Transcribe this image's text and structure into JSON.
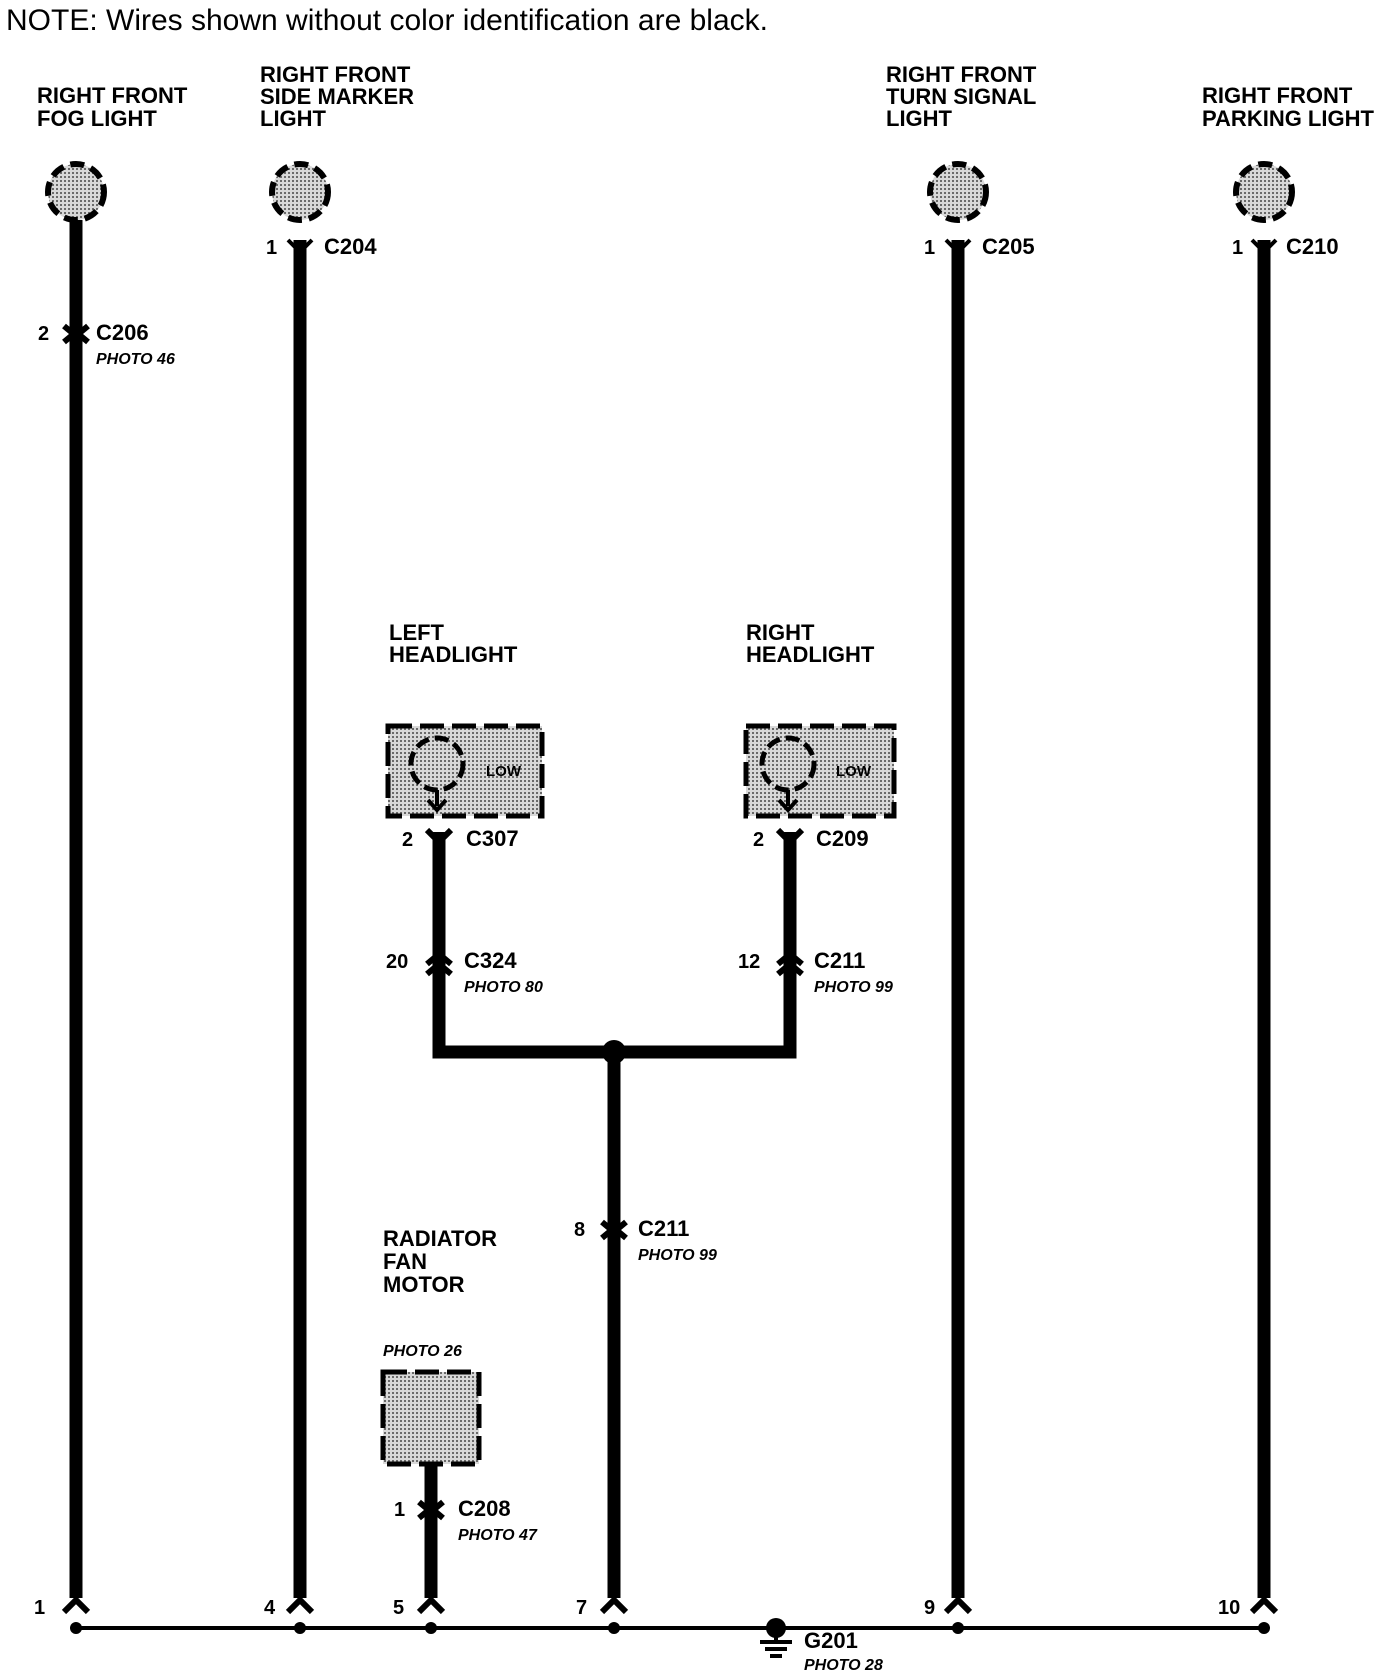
{
  "note": "NOTE: Wires shown without color identification are black.",
  "components": {
    "fog": [
      "RIGHT FRONT",
      "FOG LIGHT"
    ],
    "side_marker": [
      "RIGHT FRONT",
      "SIDE MARKER",
      "LIGHT"
    ],
    "turn_signal": [
      "RIGHT FRONT",
      "TURN SIGNAL",
      "LIGHT"
    ],
    "parking": [
      "RIGHT FRONT",
      "PARKING LIGHT"
    ],
    "left_headlight": [
      "LEFT",
      "HEADLIGHT"
    ],
    "right_headlight": [
      "RIGHT",
      "HEADLIGHT"
    ],
    "radiator_fan": [
      "RADIATOR",
      "FAN",
      "MOTOR"
    ],
    "radiator_photo": "PHOTO 26",
    "low_label": "LOW"
  },
  "connectors": {
    "c206": {
      "pin": "2",
      "name": "C206",
      "photo": "PHOTO 46"
    },
    "c204": {
      "pin": "1",
      "name": "C204"
    },
    "c205": {
      "pin": "1",
      "name": "C205"
    },
    "c210": {
      "pin": "1",
      "name": "C210"
    },
    "c307": {
      "pin": "2",
      "name": "C307"
    },
    "c209": {
      "pin": "2",
      "name": "C209"
    },
    "c324": {
      "pin": "20",
      "name": "C324",
      "photo": "PHOTO 80"
    },
    "c211a": {
      "pin": "12",
      "name": "C211",
      "photo": "PHOTO  99"
    },
    "c211b": {
      "pin": "8",
      "name": "C211",
      "photo": "PHOTO 99"
    },
    "c208": {
      "pin": "1",
      "name": "C208",
      "photo": "PHOTO 47"
    }
  },
  "ground": {
    "name": "G201",
    "photo": "PHOTO 28",
    "pins": [
      "1",
      "4",
      "5",
      "7",
      "9",
      "10"
    ]
  }
}
